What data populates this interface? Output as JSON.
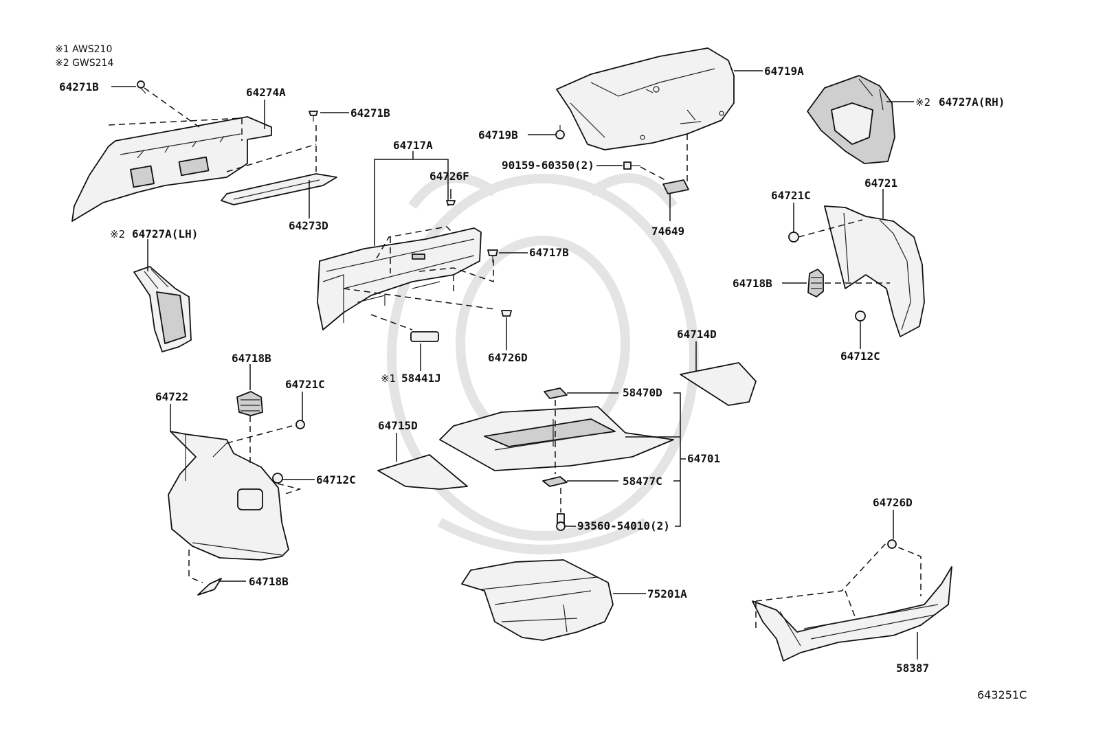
{
  "notes": {
    "note1": "※1 AWS210",
    "note2": "※2 GWS214"
  },
  "footnote_marks": {
    "m1": "※1",
    "m2": "※2"
  },
  "catalog_number": "643251C",
  "labels": {
    "p64271B_a": "64271B",
    "p64274A": "64274A",
    "p64271B_b": "64271B",
    "p64273D": "64273D",
    "p64727A_LH": "64727A(LH)",
    "p64717A": "64717A",
    "p64726F": "64726F",
    "p64717B": "64717B",
    "p64726D_a": "64726D",
    "p58441J": "58441J",
    "p64719A": "64719A",
    "p64719B": "64719B",
    "p90159": "90159-60350(2)",
    "p74649": "74649",
    "p64727A_RH": "64727A(RH)",
    "p64721": "64721",
    "p64721C_a": "64721C",
    "p64718B_a": "64718B",
    "p64712C_a": "64712C",
    "p64714D": "64714D",
    "p64718B_b": "64718B",
    "p64721C_b": "64721C",
    "p64722": "64722",
    "p64712C_b": "64712C",
    "p64718B_c": "64718B",
    "p64715D": "64715D",
    "p58470D": "58470D",
    "p64701": "64701",
    "p58477C": "58477C",
    "p93560": "93560-54010(2)",
    "p75201A": "75201A",
    "p64726D_b": "64726D",
    "p58387": "58387"
  }
}
